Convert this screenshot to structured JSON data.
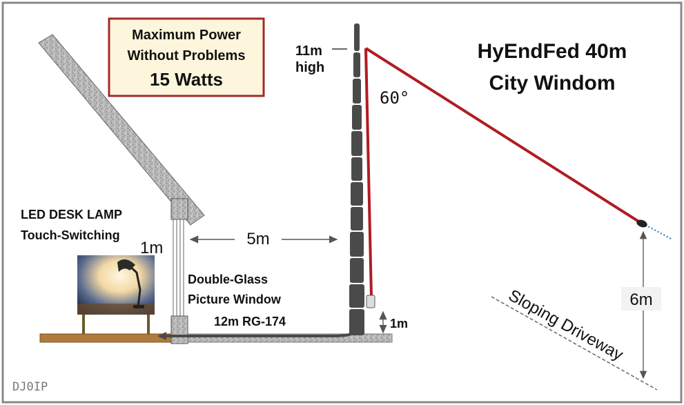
{
  "power_box": {
    "line1": "Maximum Power",
    "line2": "Without Problems",
    "line3": "15 Watts"
  },
  "mast_height": {
    "value": "11m",
    "unit": "high"
  },
  "title": {
    "line1": "HyEndFed 40m",
    "line2": "City Windom"
  },
  "angle": "60°",
  "lamp": {
    "line1": "LED DESK LAMP",
    "line2": "Touch-Switching"
  },
  "window": {
    "height_label": "1m",
    "line1": "Double-Glass",
    "line2": "Picture Window"
  },
  "distance_label": "5m",
  "coax_label": "12m RG-174",
  "feed_height_label": "1m",
  "end_height_label": "6m",
  "driveway_label": "Sloping Driveway",
  "credit": "DJ0IP",
  "colors": {
    "wire": "#b01c22",
    "box_border": "#a32a2a",
    "box_fill": "#fdf6dc",
    "mast": "#4a4a4a",
    "board": "#b07a3c"
  },
  "icons": [
    "desk-lamp-photo",
    "granite-roof",
    "mast",
    "feed-point-box",
    "insulator"
  ]
}
